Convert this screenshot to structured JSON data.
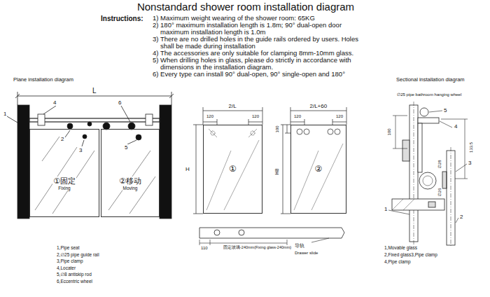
{
  "diagram": {
    "title": "Nonstandard shower room installation diagram",
    "nodes": [
      {
        "text": [
          "①固定",
          "Fixing"
        ]
      },
      {
        "text": [
          "②移动",
          "Moving"
        ]
      },
      {
        "text": [
          "①"
        ]
      },
      {
        "text": [
          "②"
        ]
      }
    ],
    "labels": [
      "Instructions:",
      "1) Maximum weight wearing of the shower room: 65KG",
      "2) 180° maximum installation length is 1.8m; 90° dual-open door maximum installation length is 1.0m",
      "3) There are no drilled holes in the guide rails ordered by users. Holes shall be made during installation",
      "4) The accessories are only suitable for clamping 8mm-10mm glass.",
      "5) When drilling holes in glass, please do strictly in accordance with dimensions in the installation diagram.",
      "6) Every type can install 90° dual-open, 90° single-open and 180°",
      "Plane installation diagram",
      "L",
      "1",
      "4",
      "6",
      "2",
      "3",
      "5",
      "2/L",
      "120",
      "120",
      "H",
      "2/L+60",
      "120",
      "120",
      "100",
      "H8",
      "110",
      "固定玻璃-240mm(Fixing glass-240mm)",
      "导轨",
      "Drawer slide",
      "1,Pipe seat",
      "2,∅25 pipe guide rail",
      "3,Pipe clamp",
      "4,Locater",
      "5,∅8 antiskip rod",
      "6,Eccentric wheel",
      "Sectional installation diagram",
      "∅25 pipe bathroom hanging wheel",
      "5",
      "4",
      "3",
      "1",
      "2",
      "100",
      "133.5",
      "∅28",
      "∅26",
      "1,Movable glass",
      "2,Fixed glass3,Pipe clamp",
      "4,Pipe clamp"
    ]
  }
}
